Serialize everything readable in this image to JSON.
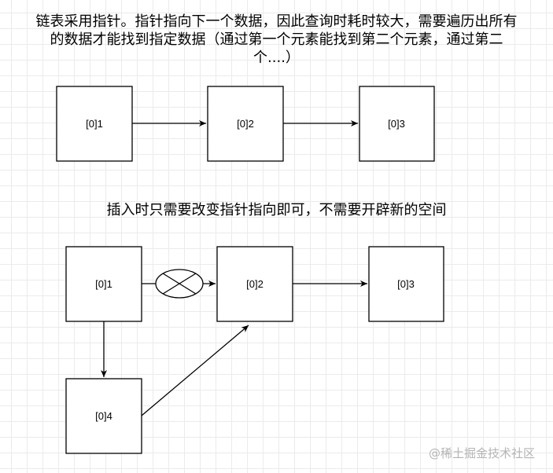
{
  "captions": {
    "top_line1": "链表采用指针。指针指向下一个数据，因此查询时耗时较大，需要遍历出所有",
    "top_line2": "的数据才能找到指定数据（通过第一个元素能找到第二个元素，通过第二",
    "top_line3": "个....）",
    "middle": "插入时只需要改变指针指向即可，不需要开辟新的空间"
  },
  "diagram_top": {
    "nodes": [
      "[0]1",
      "[0]2",
      "[0]3"
    ],
    "edges": [
      [
        "[0]1",
        "[0]2"
      ],
      [
        "[0]2",
        "[0]3"
      ]
    ]
  },
  "diagram_bottom": {
    "nodes": [
      "[0]1",
      "[0]2",
      "[0]3",
      "[0]4"
    ],
    "edges": [
      [
        "[0]1",
        "[0]2",
        "removed"
      ],
      [
        "[0]2",
        "[0]3"
      ],
      [
        "[0]1",
        "[0]4"
      ],
      [
        "[0]4",
        "[0]2"
      ]
    ]
  },
  "watermark": "@稀土掘金技术社区"
}
